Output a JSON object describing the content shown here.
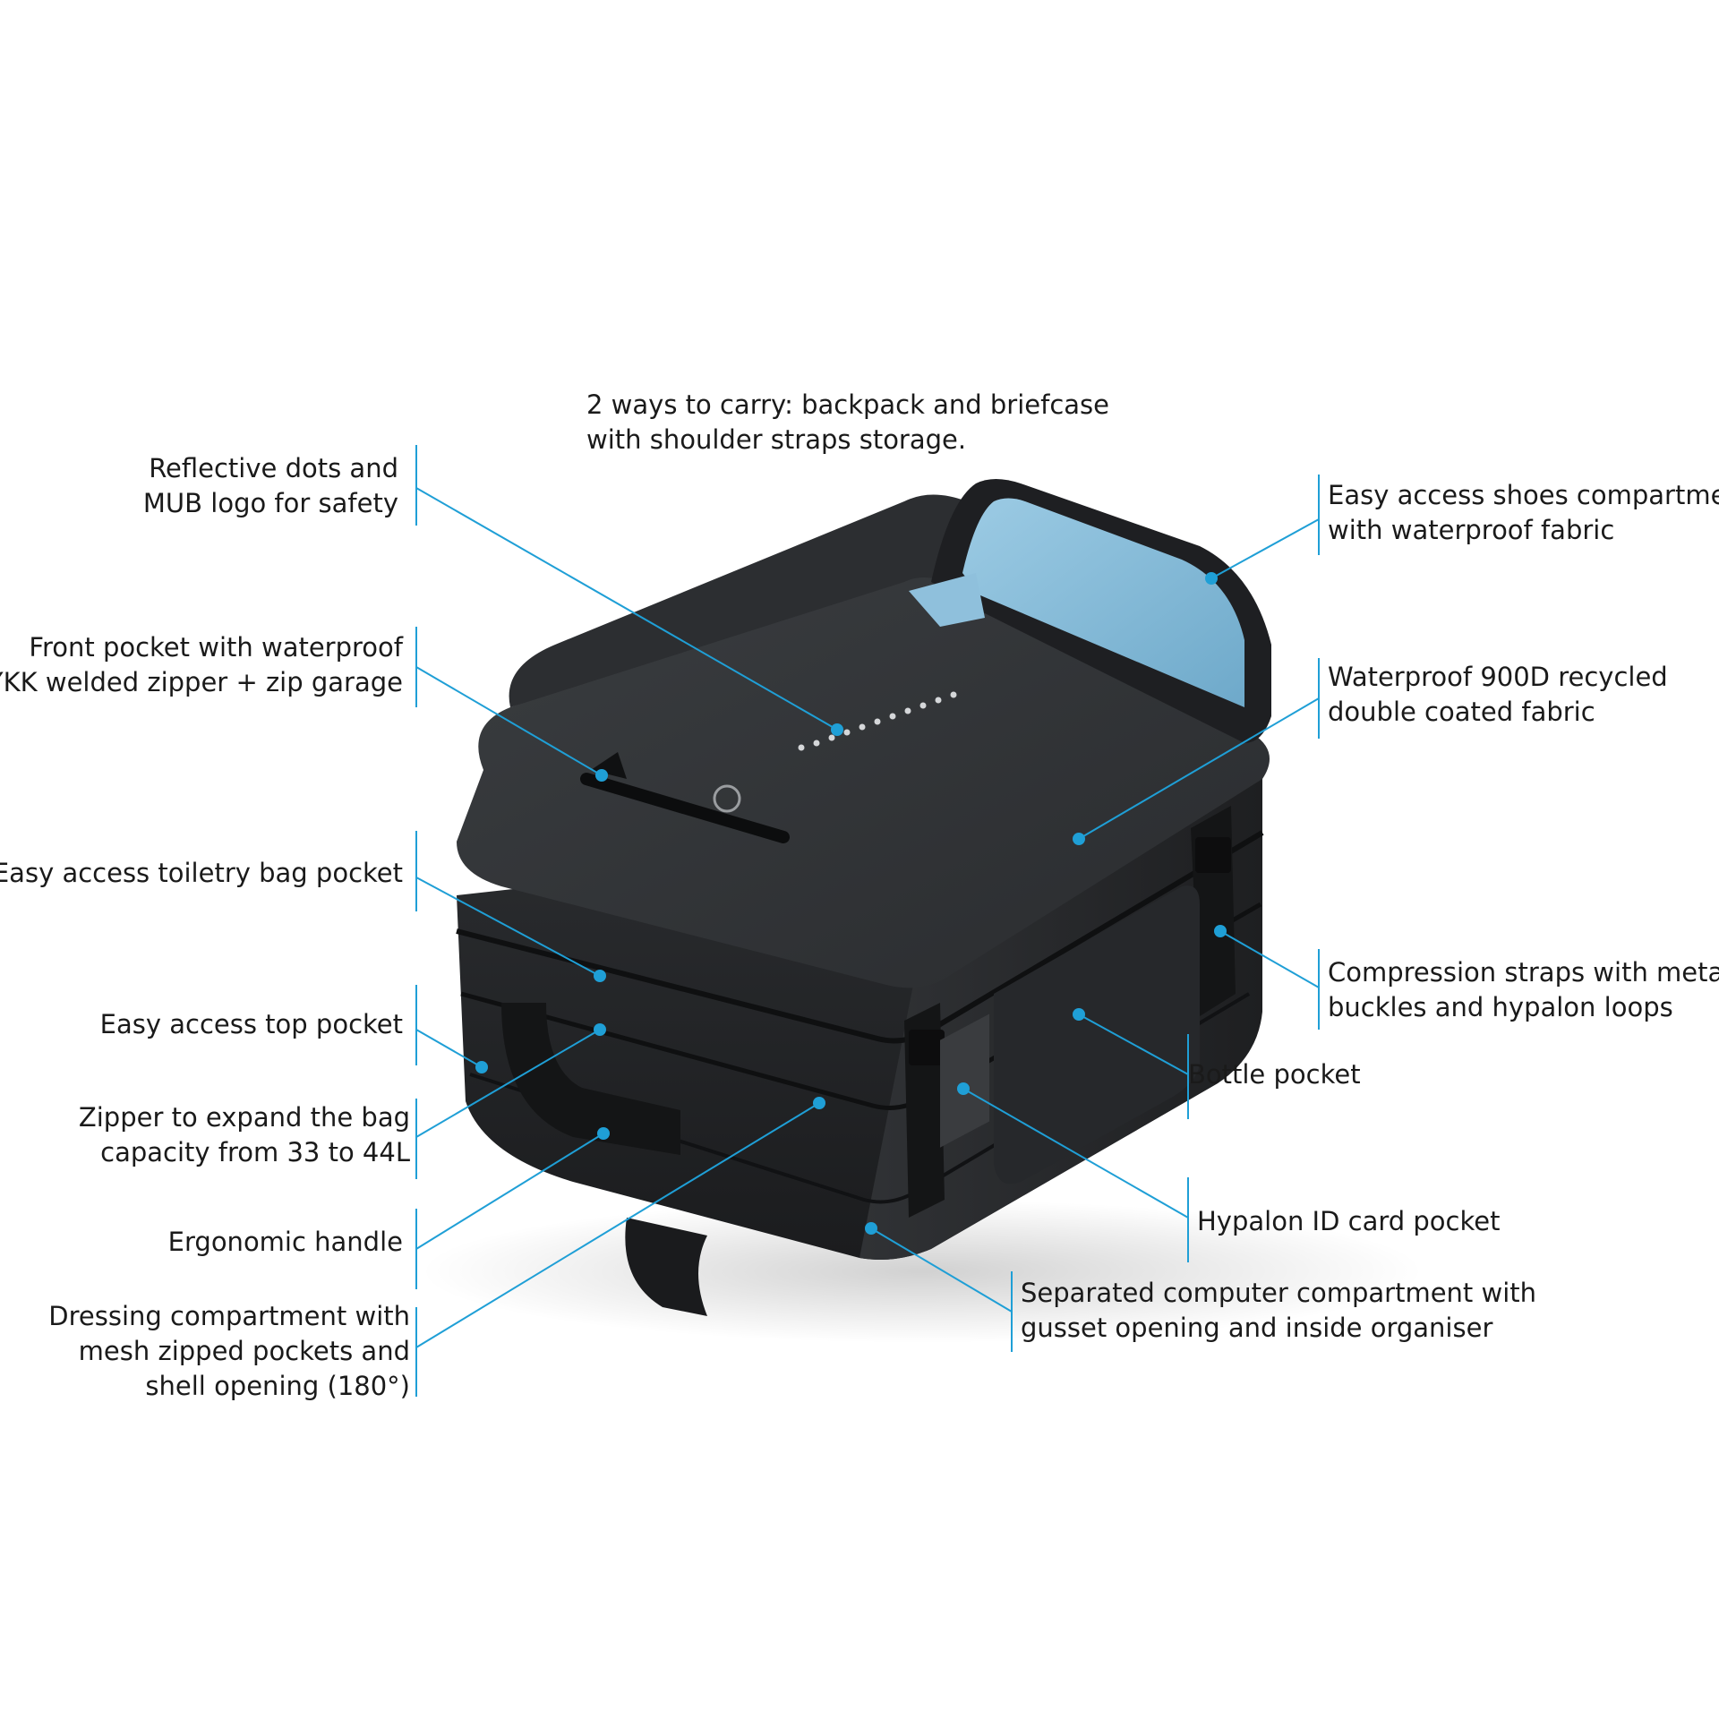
{
  "colors": {
    "leader": "#1f9fd6",
    "text": "#1a1a1a",
    "bag_dark": "#232527",
    "bag_lining": "#7fb7d6"
  },
  "callouts": [
    {
      "id": "carry",
      "lines": [
        "2 ways to carry: backpack and briefcase",
        "with shoulder straps storage."
      ]
    },
    {
      "id": "reflective",
      "lines": [
        "Reflective dots and",
        "MUB logo for safety"
      ]
    },
    {
      "id": "front-pocket",
      "lines": [
        "Front pocket  with waterproof",
        "YKK welded zipper + zip garage"
      ]
    },
    {
      "id": "toiletry",
      "lines": [
        "Easy access toiletry bag pocket"
      ]
    },
    {
      "id": "top-pocket",
      "lines": [
        "Easy access top pocket"
      ]
    },
    {
      "id": "expand-zipper",
      "lines": [
        "Zipper to expand the bag",
        "capacity from 33 to 44L"
      ]
    },
    {
      "id": "handle",
      "lines": [
        "Ergonomic handle"
      ]
    },
    {
      "id": "dressing",
      "lines": [
        "Dressing compartment with",
        "mesh zipped pockets and",
        "shell opening (180°)"
      ]
    },
    {
      "id": "shoes",
      "lines": [
        "Easy access shoes compartment",
        "with waterproof fabric"
      ]
    },
    {
      "id": "fabric",
      "lines": [
        "Waterproof 900D recycled",
        "double coated fabric"
      ]
    },
    {
      "id": "compression",
      "lines": [
        "Compression straps with metal",
        "buckles and hypalon loops"
      ]
    },
    {
      "id": "bottle",
      "lines": [
        "Bottle pocket"
      ]
    },
    {
      "id": "id-card",
      "lines": [
        "Hypalon ID card pocket"
      ]
    },
    {
      "id": "computer",
      "lines": [
        "Separated computer compartment with",
        "gusset opening and inside organiser"
      ]
    }
  ]
}
